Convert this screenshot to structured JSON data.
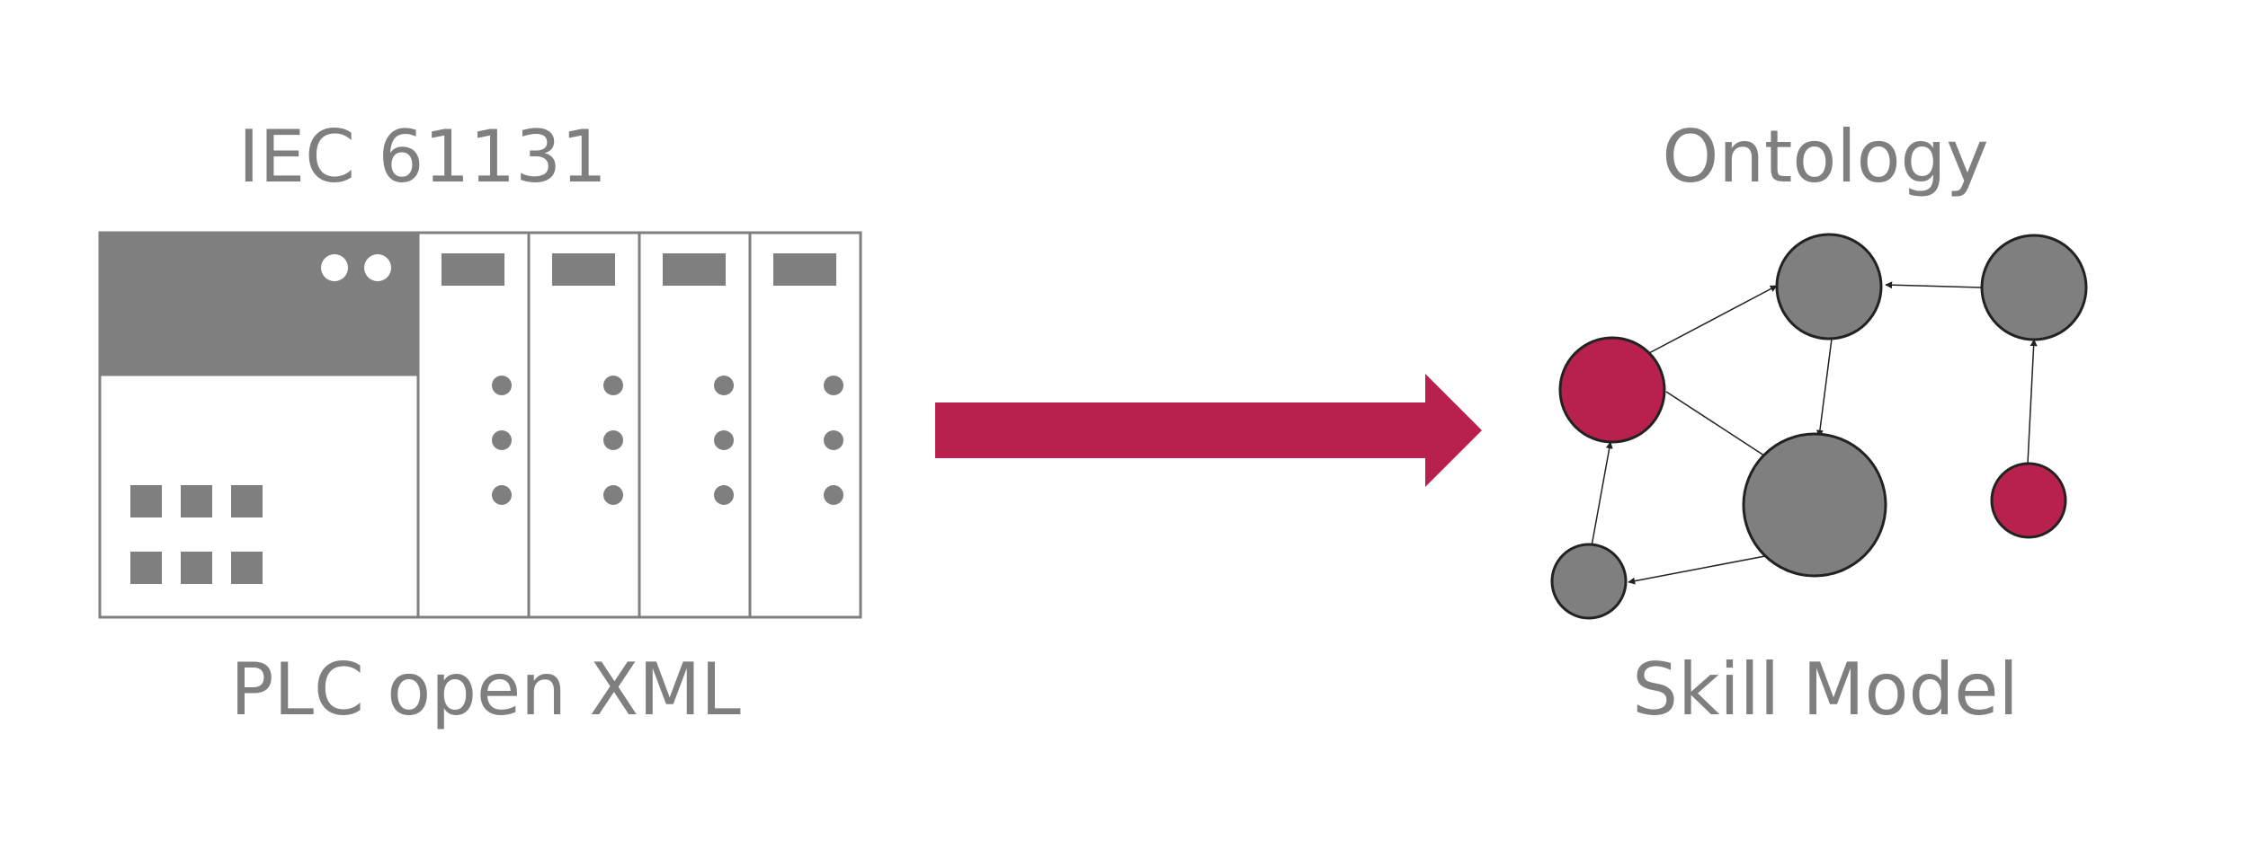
{
  "labels": {
    "top_left": "IEC 61131",
    "bottom_left": "PLC open XML",
    "top_right": "Ontology",
    "bottom_right": "Skill Model"
  },
  "colors": {
    "gray": "#7f7f7f",
    "accent": "#b8214d",
    "outline": "#7f7f7f",
    "edge": "#222222"
  }
}
